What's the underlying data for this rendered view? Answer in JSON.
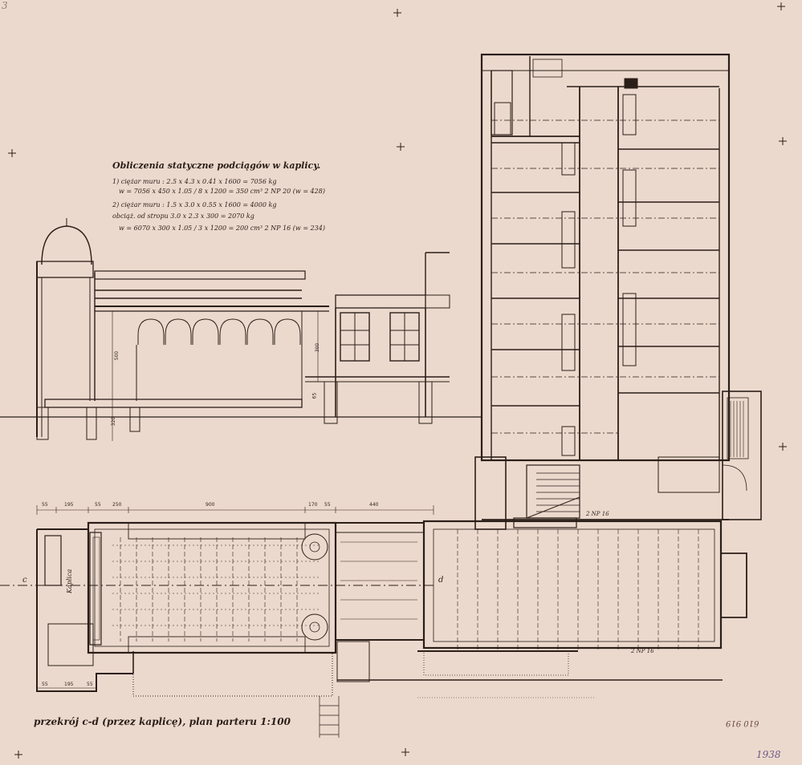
{
  "calculation": {
    "title": "Obliczenia statyczne podciągów w kaplicy.",
    "line1": "1) ciężar muru : 2.5 x 4.3 x 0.41 x 1600 = 7056 kg",
    "line2": "w = 7056 x 450 x 1.05 / 8 x 1200 = 350 cm³   2 NP 20 (w = 428)",
    "line3": "2) ciężar muru : 1.5 x 3.0 x 0.55 x 1600 = 4000 kg",
    "line4": "obciąż. od stropu 3.0 x 2.3 x 300 = 2070 kg",
    "line5": "w = 6070 x 300 x 1.05 / 3 x 1200 = 200 cm³   2 NP 16 (w = 234)"
  },
  "caption": "przekrój c-d (przez kaplicę), plan parteru   1:100",
  "margin_note": "610 919",
  "year": "1938",
  "edge_mark": "3",
  "labels": {
    "room": "Kaplica",
    "beam": "2 NP 16",
    "beam_upper": "2 NP 16",
    "section_c": "c",
    "section_d": "d"
  },
  "dimensions": {
    "d1": "55",
    "d2": "195",
    "d3": "55",
    "d4": "250",
    "d5": "900",
    "d6": "170",
    "d7": "55",
    "d8": "440",
    "d9": "55",
    "d10": "195",
    "d11": "55",
    "h1": "500",
    "h2": "300",
    "h3": "320",
    "h4": "65"
  },
  "colors": {
    "paper": "#ecd9cd",
    "ink": "#2a1e18",
    "stamp": "#6a5a88"
  }
}
